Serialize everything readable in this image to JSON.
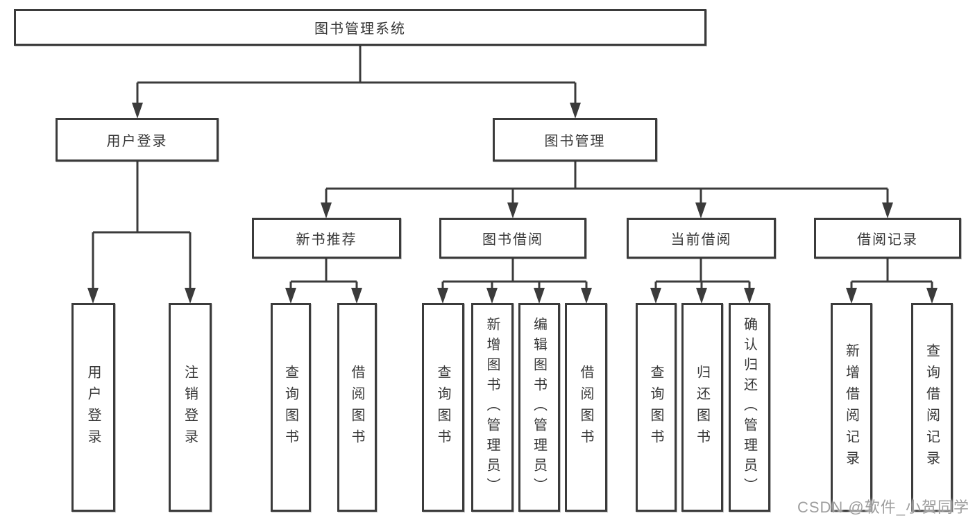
{
  "diagram": {
    "root": {
      "label": "图书管理系统"
    },
    "branches": [
      {
        "label": "用户登录",
        "children": [
          {
            "label": "用户登录"
          },
          {
            "label": "注销登录"
          }
        ]
      },
      {
        "label": "图书管理",
        "children": [
          {
            "label": "新书推荐",
            "children": [
              {
                "label": "查询图书"
              },
              {
                "label": "借阅图书"
              }
            ]
          },
          {
            "label": "图书借阅",
            "children": [
              {
                "label": "查询图书"
              },
              {
                "label": "新增图书（管理员）"
              },
              {
                "label": "编辑图书（管理员）"
              },
              {
                "label": "借阅图书"
              }
            ]
          },
          {
            "label": "当前借阅",
            "children": [
              {
                "label": "查询图书"
              },
              {
                "label": "归还图书"
              },
              {
                "label": "确认归还（管理员）"
              }
            ]
          },
          {
            "label": "借阅记录",
            "children": [
              {
                "label": "新增借阅记录"
              },
              {
                "label": "查询借阅记录"
              }
            ]
          }
        ]
      }
    ]
  },
  "watermark": {
    "text": "CSDN @软件_小贺同学"
  },
  "colors": {
    "line": "#3b3b3b",
    "box_border": "#3b3b3b",
    "text": "#383838",
    "watermark": "#9e9e9e",
    "background": "#ffffff"
  }
}
